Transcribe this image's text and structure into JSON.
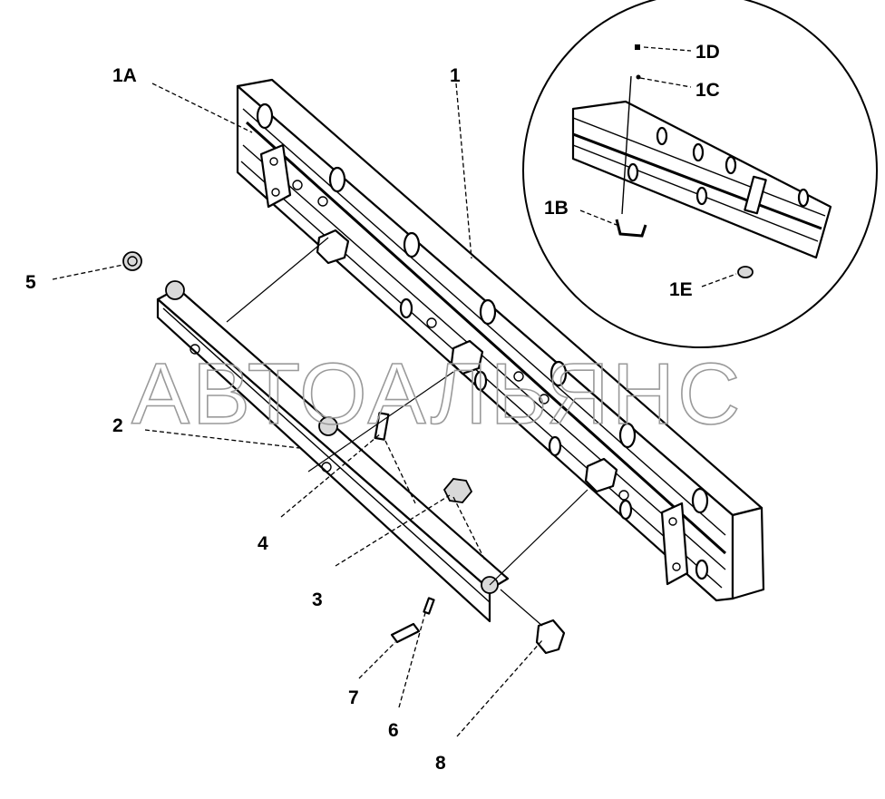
{
  "watermark": "АВТОАЛЬЯНС",
  "callouts": {
    "c1": "1",
    "c1A": "1A",
    "c1B": "1B",
    "c1C": "1C",
    "c1D": "1D",
    "c1E": "1E",
    "c2": "2",
    "c3": "3",
    "c4": "4",
    "c5": "5",
    "c6": "6",
    "c7": "7",
    "c8": "8"
  }
}
